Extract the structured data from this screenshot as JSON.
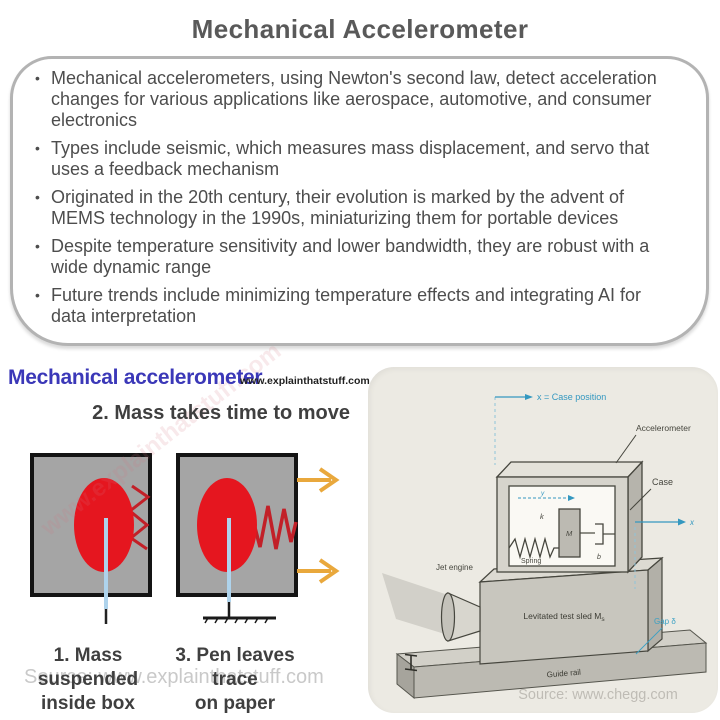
{
  "page": {
    "title": "Mechanical Accelerometer"
  },
  "bubble": {
    "bullets": [
      "Mechanical accelerometers, using Newton's second law, detect acceleration changes for various applications like aerospace, automotive, and consumer electronics",
      "Types include seismic, which measures mass displacement, and servo that uses a feedback mechanism",
      "Originated in the 20th century, their evolution is marked by the advent of MEMS technology in the 1990s, miniaturizing them for portable devices",
      "Despite temperature sensitivity and lower bandwidth, they are robust with a wide dynamic range",
      "Future trends include minimizing temperature effects and integrating AI for data interpretation"
    ]
  },
  "left_diagram": {
    "heading": "Mechanical accelerometer",
    "website": "www.explainthatstuff.com",
    "step2_label": "2. Mass takes time to move",
    "step1_line1": "1. Mass suspended",
    "step1_line2": "inside box",
    "step3_line1": "3. Pen leaves trace",
    "step3_line2": "on paper",
    "watermark": "Source: www.explainthatstuff.com",
    "diagonal_watermark": "www.explainthatstuff.com"
  },
  "right_diagram": {
    "case_position_label": "x = Case position",
    "accelerometer_label": "Accelerometer",
    "case_label": "Case",
    "relative_motion_label": "y",
    "spring_constant_label": "k",
    "spring_label": "Spring",
    "mass_label": "M",
    "damper_label": "b",
    "x_axis_label": "x",
    "jet_engine_label": "Jet engine",
    "sled_label": "Levitated test sled M",
    "sled_label_subscript": "s",
    "gap_label": "Gap δ",
    "guide_rail_label": "Guide rail",
    "watermark": "Source: www.chegg.com"
  },
  "colors": {
    "title_text": "#595959",
    "body_text": "#4d4d4d",
    "bubble_border": "#b3b3b3",
    "left_heading_blue": "#3b38b8",
    "mass_red": "#e5161f",
    "spring_red": "#c22028",
    "pen_blue": "#aed3ec",
    "arrow_gold": "#e9a83c",
    "box_gray": "#a5a5a5",
    "box_border": "#141414",
    "panel_bg": "#eceae3",
    "diagram_line": "#46463e",
    "diagram_blue": "#3498c0",
    "watermark_gray": "#c9c9c9"
  }
}
